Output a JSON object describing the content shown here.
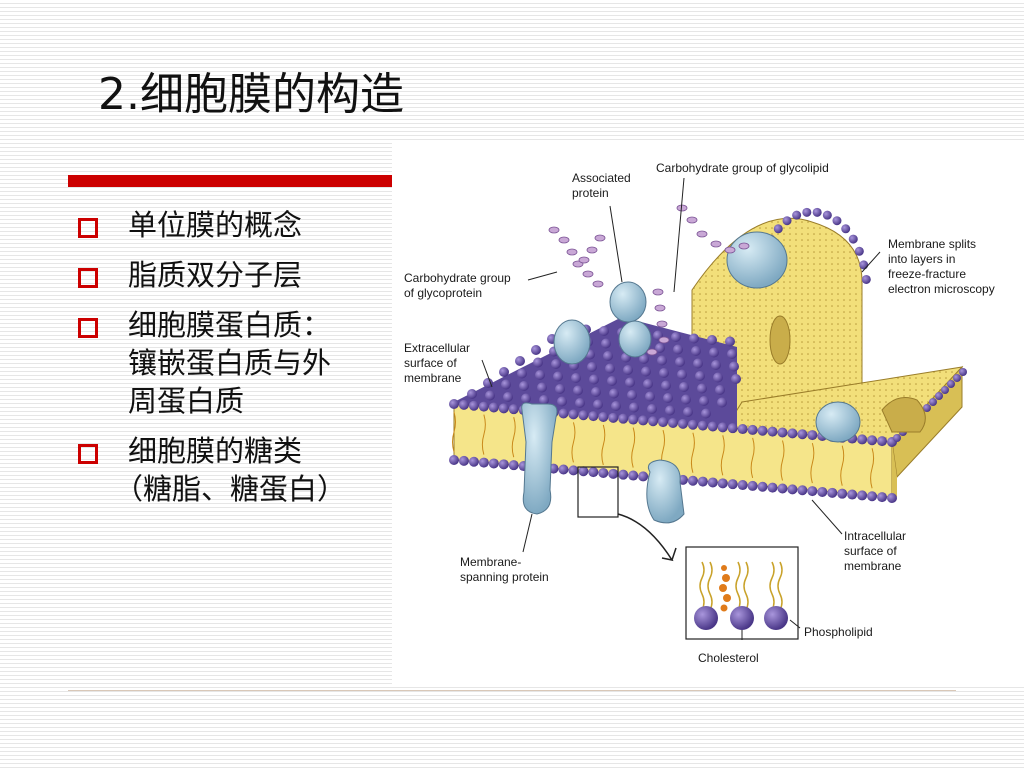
{
  "slide": {
    "title": "2.细胞膜的构造",
    "bullets": [
      {
        "lines": [
          "单位膜的概念"
        ]
      },
      {
        "lines": [
          "脂质双分子层"
        ]
      },
      {
        "lines": [
          "细胞膜蛋白质：",
          "镶嵌蛋白质与外",
          "周蛋白质"
        ]
      },
      {
        "lines": [
          "细胞膜的糖类",
          "（糖脂、糖蛋白）"
        ]
      }
    ]
  },
  "figure": {
    "labels": {
      "associated_protein": [
        "Associated",
        "protein"
      ],
      "carb_glycolipid": [
        "Carbohydrate group of glycolipid"
      ],
      "carb_glycoprotein": [
        "Carbohydrate group",
        "of glycoprotein"
      ],
      "membrane_splits": [
        "Membrane splits",
        "into layers in",
        "freeze-fracture",
        "electron microscopy"
      ],
      "extracellular": [
        "Extracellular",
        "surface of",
        "membrane"
      ],
      "intracellular": [
        "Intracellular",
        "surface of",
        "membrane"
      ],
      "membrane_spanning": [
        "Membrane-",
        "spanning protein"
      ],
      "phospholipid": [
        "Phospholipid"
      ],
      "cholesterol": [
        "Cholesterol"
      ]
    }
  },
  "colors": {
    "accent_red": "#cc0000",
    "membrane_yellow": "#f2df7a",
    "lipid_head_purple": "#6a56a8",
    "protein_blue": "#9cc3d8"
  }
}
